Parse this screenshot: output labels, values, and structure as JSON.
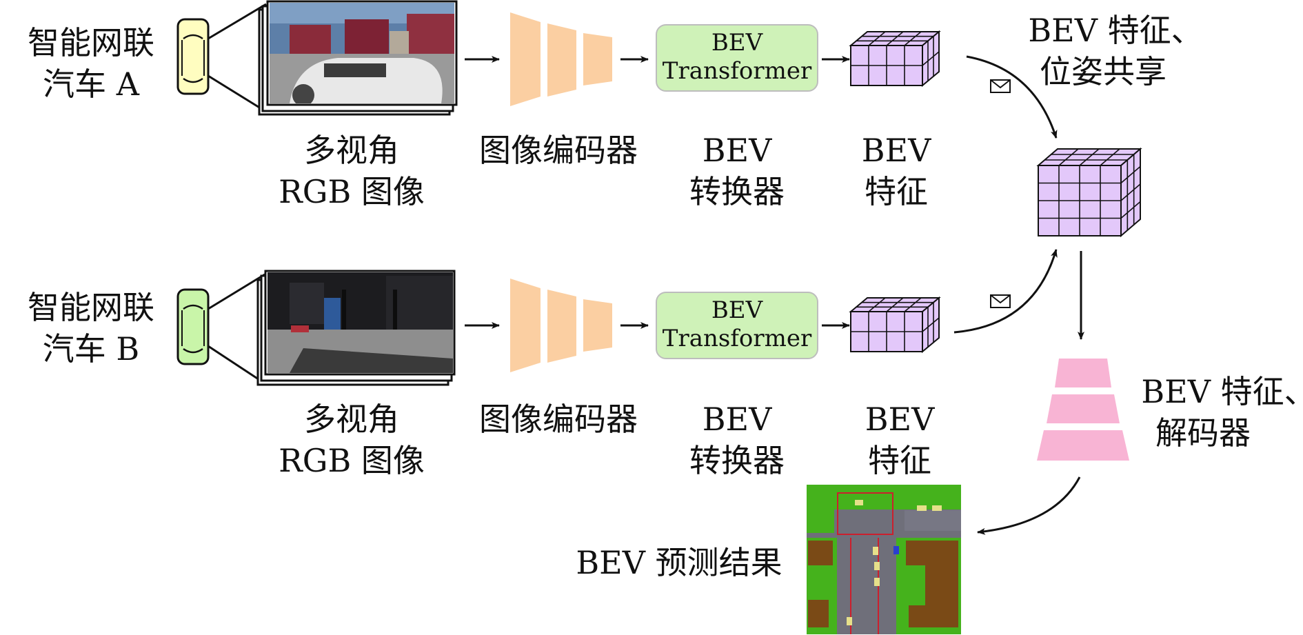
{
  "vehicle_a": {
    "label_line1": "智能网联",
    "label_line2": "汽车 A",
    "color": "#FFFDC0"
  },
  "vehicle_b": {
    "label_line1": "智能网联",
    "label_line2": "汽车 B",
    "color": "#C9F5A9"
  },
  "stages": {
    "rgb": {
      "line1": "多视角",
      "line2": "RGB 图像"
    },
    "encoder": {
      "line1": "图像编码器",
      "color": "#FBCFA2"
    },
    "transformer": {
      "box_line1": "BEV",
      "box_line2": "Transformer",
      "line1": "BEV",
      "line2": "转换器",
      "color": "#CFF2B8"
    },
    "feature": {
      "line1": "BEV",
      "line2": "特征",
      "color": "#E3C8FA"
    }
  },
  "sharing": {
    "line1": "BEV 特征、",
    "line2": "位姿共享"
  },
  "decoder": {
    "line1": "BEV 特征、",
    "line2": "解码器",
    "color": "#F8B4D4"
  },
  "result": {
    "label": "BEV 预测结果"
  },
  "icons": {
    "message": "envelope-icon"
  }
}
